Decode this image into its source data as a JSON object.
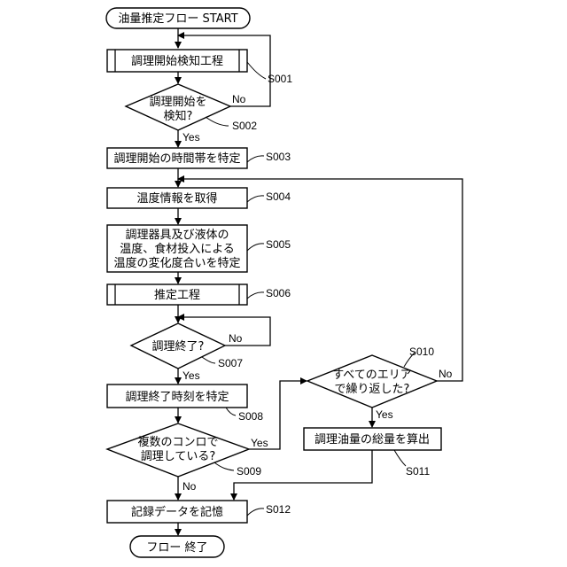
{
  "nodes": {
    "start": "油量推定フロー START",
    "s001": "調理開始検知工程",
    "s002": [
      "調理開始を",
      "検知?"
    ],
    "s003": "調理開始の時間帯を特定",
    "s004": "温度情報を取得",
    "s005": [
      "調理器具及び液体の",
      "温度、食材投入による",
      "温度の変化度合いを特定"
    ],
    "s006": "推定工程",
    "s007": "調理終了?",
    "s008": "調理終了時刻を特定",
    "s009": [
      "複数のコンロで",
      "調理している?"
    ],
    "s010": [
      "すべてのエリア",
      "で繰り返した?"
    ],
    "s011": "調理油量の総量を算出",
    "s012": "記録データを記憶",
    "end": "フロー 終了"
  },
  "step_labels": {
    "s001": "S001",
    "s002": "S002",
    "s003": "S003",
    "s004": "S004",
    "s005": "S005",
    "s006": "S006",
    "s007": "S007",
    "s008": "S008",
    "s009": "S009",
    "s010": "S010",
    "s011": "S011",
    "s012": "S012"
  },
  "branch_labels": {
    "yes": "Yes",
    "no": "No"
  }
}
